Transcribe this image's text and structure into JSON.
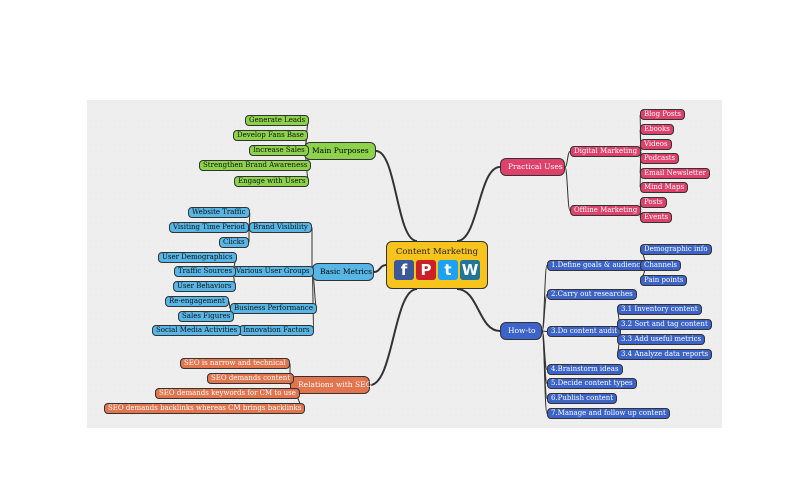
{
  "center": {
    "title": "Content Marketing",
    "icons": [
      "facebook-icon",
      "pinterest-icon",
      "twitter-icon",
      "wordpress-icon"
    ],
    "icon_glyphs": {
      "facebook": "f",
      "pinterest": "P",
      "twitter": "t",
      "wordpress": "W"
    }
  },
  "colors": {
    "green": "#8cd24a",
    "blue": "#57b6e6",
    "orange": "#e2744e",
    "pink": "#e0416b",
    "royal": "#3b63c9",
    "center": "#f7c31d"
  },
  "main_purposes": {
    "label": "Main Purposes",
    "items": [
      "Generate Leads",
      "Develop Fans Base",
      "Increase Sales",
      "Strengthen Brand Awareness",
      "Engage with Users"
    ]
  },
  "basic_metrics": {
    "label": "Basic Metrics",
    "groups": [
      {
        "label": "Brand Visibility",
        "items": [
          "Website Traffic",
          "Visiting Time Period",
          "Clicks"
        ]
      },
      {
        "label": "Various User Groups",
        "items": [
          "User Demographics",
          "Traffic Sources",
          "User Behaviors"
        ]
      },
      {
        "label": "Business Performance",
        "items": [
          "Re-engagement",
          "Sales Figures"
        ]
      },
      {
        "label": "Innovation Factors",
        "items": [
          "Social Media Activities"
        ]
      }
    ]
  },
  "relation_seo": {
    "label": "Relations with SEO",
    "items": [
      "SEO is narrow and technical",
      "SEO demands content",
      "SEO demands keywords for CM to use",
      "SEO demands backlinks whereas CM brings backlinks"
    ]
  },
  "practical_uses": {
    "label": "Practical Uses",
    "groups": [
      {
        "label": "Digital Marketing",
        "items": [
          "Blog Posts",
          "Ebooks",
          "Videos",
          "Podcasts",
          "Email Newsletter",
          "Mind Maps"
        ]
      },
      {
        "label": "Offline Marketing",
        "items": [
          "Posts",
          "Events"
        ]
      }
    ]
  },
  "how_to": {
    "label": "How-to",
    "steps": [
      {
        "label": "1.Define goals & audience",
        "items": [
          "Demographic info",
          "Channels",
          "Pain points"
        ]
      },
      {
        "label": "2.Carry out researches",
        "items": []
      },
      {
        "label": "3.Do content audit",
        "items": [
          "3.1 Inventory content",
          "3.2 Sort and tag content",
          "3.3 Add useful metrics",
          "3.4 Analyze data reports"
        ]
      },
      {
        "label": "4.Brainstorm ideas",
        "items": []
      },
      {
        "label": "5.Decide content types",
        "items": []
      },
      {
        "label": "6.Publish content",
        "items": []
      },
      {
        "label": "7.Manage and follow up content",
        "items": []
      }
    ]
  }
}
